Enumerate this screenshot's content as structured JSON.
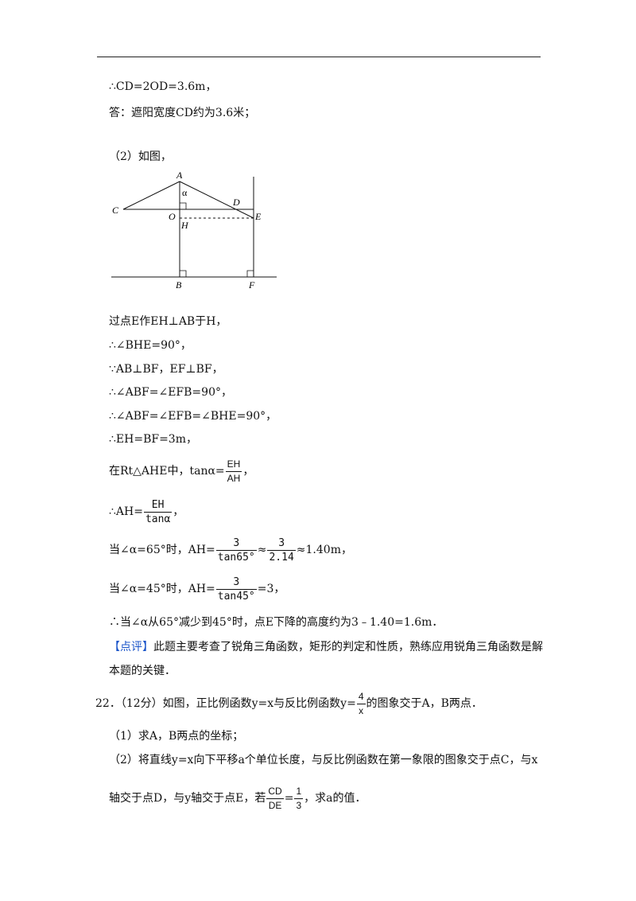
{
  "top_lines": {
    "l1": "∴CD=2OD=3.6m，",
    "l2": "答：遮阳宽度CD约为3.6米；"
  },
  "part2_title": "（2）如图，",
  "figure": {
    "labels": {
      "A": "A",
      "alpha": "α",
      "D": "D",
      "C": "C",
      "O": "O",
      "E": "E",
      "H": "H",
      "B": "B",
      "F": "F"
    }
  },
  "steps": {
    "s1": "过点E作EH⊥AB于H，",
    "s2": "∴∠BHE=90°，",
    "s3": "∵AB⊥BF，EF⊥BF，",
    "s4": "∴∠ABF=∠EFB=90°，",
    "s5": "∴∠ABF=∠EFB=∠BHE=90°，",
    "s6": "∴EH=BF=3m，",
    "s7_prefix": "在Rt△AHE中，tanα=",
    "s7_num": "EH",
    "s7_den": "AH",
    "s7_suffix": "，",
    "s8_prefix": "∴AH=",
    "s8_num": "EH",
    "s8_den": "tanα",
    "s8_suffix": "，",
    "s9_prefix": "当∠α=65°时，AH=",
    "s9_num": "3",
    "s9_den": "tan65°",
    "s9_mid": "≈",
    "s9_num2": "3",
    "s9_den2": "2.14",
    "s9_suffix": "≈1.40m，",
    "s10_prefix": "当∠α=45°时，AH=",
    "s10_num": "3",
    "s10_den": "tan45°",
    "s10_suffix": "=3，",
    "s11": "∴当∠α从65°减少到45°时，点E下降的高度约为3﹣1.40=1.6m．"
  },
  "comment": {
    "tag": "【点评】",
    "text1": "此题主要考查了锐角三角函数，矩形的判定和性质，熟练应用锐角三角函数是解",
    "text2": "本题的关键．"
  },
  "q22": {
    "prefix": "22．（12分）如图，正比例函数y=x与反比例函数y=",
    "num": "4",
    "den": "x",
    "suffix": "的图象交于A，B两点．",
    "p1": "（1）求A，B两点的坐标；",
    "p2": "（2）将直线y=x向下平移a个单位长度，与反比例函数在第一象限的图象交于点C，与x",
    "p3_prefix": "轴交于点D，与y轴交于点E，若",
    "p3_num": "CD",
    "p3_den": "DE",
    "p3_mid": "=",
    "p3_num2": "1",
    "p3_den2": "3",
    "p3_suffix": "，求a的值．"
  }
}
